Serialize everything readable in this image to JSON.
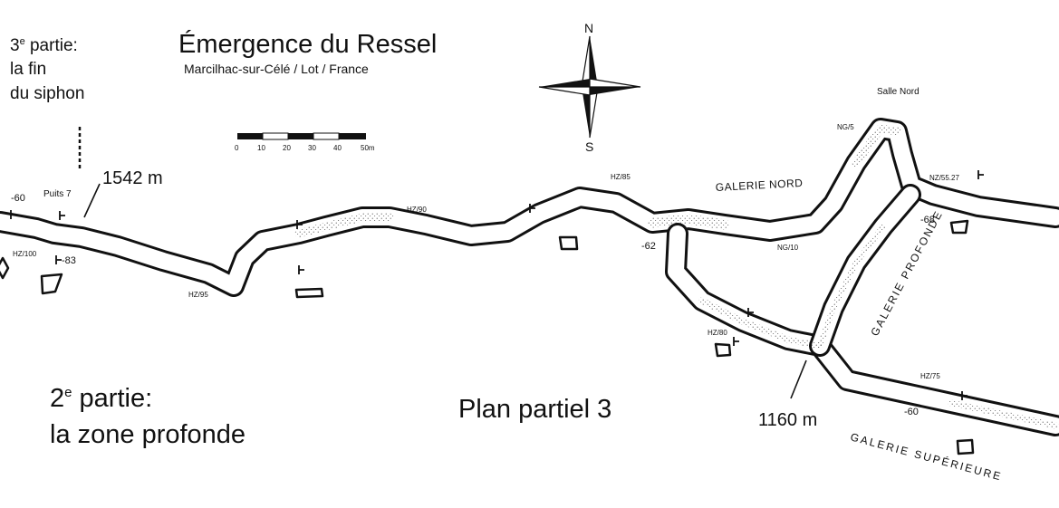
{
  "map": {
    "title": "Émergence du Ressel",
    "subtitle": "Marcilhac-sur-Célé / Lot / France",
    "plan_label": "Plan partiel 3",
    "section_3": {
      "line1": "3e partie:",
      "line2": "la fin",
      "line3": "du siphon",
      "num": "3",
      "sup": "e",
      "rest": " partie:"
    },
    "section_2": {
      "num": "2",
      "sup": "e",
      "rest": " partie:",
      "line2": "la zone profonde"
    },
    "compass": {
      "north": "N",
      "south": "S"
    },
    "scale": {
      "ticks": [
        "0",
        "10",
        "20",
        "30",
        "40",
        "50m"
      ]
    },
    "distances": {
      "d1": "1542 m",
      "d2": "1160 m"
    },
    "galleries": {
      "nord": "GALERIE NORD",
      "profonde": "GALERIE PROFONDE",
      "superieure": "GALERIE SUPÉRIEURE"
    },
    "labels": {
      "salle_nord": "Salle Nord",
      "puits7": "Puits 7",
      "m60a": "-60",
      "m83": "-83",
      "hz100": "HZ/100",
      "hz95": "HZ/95",
      "hz90": "HZ/90",
      "hz85": "HZ/85",
      "m62": "-62",
      "ng5": "NG/5",
      "ng10": "NG/10",
      "nz5527": "NZ/55.27",
      "m68": "-68",
      "hz80": "HZ/80",
      "hz75": "HZ/75",
      "m60b": "-60"
    }
  }
}
